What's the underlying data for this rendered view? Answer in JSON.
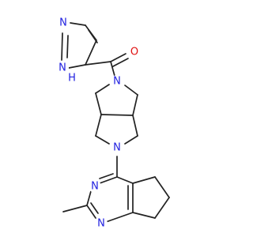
{
  "colors": {
    "carbon_bond": "#222222",
    "nitrogen": "#2020e0",
    "oxygen": "#e01010",
    "background": "#ffffff"
  },
  "molecule": {
    "atom_labels": {
      "pyrazole_n1": "N",
      "pyrazole_nh": "N",
      "pyrazole_h": "H",
      "carbonyl_o": "O",
      "amide_n": "N",
      "ring_n": "N",
      "pyrimidine_n3": "N",
      "pyrimidine_n1": "N"
    }
  }
}
